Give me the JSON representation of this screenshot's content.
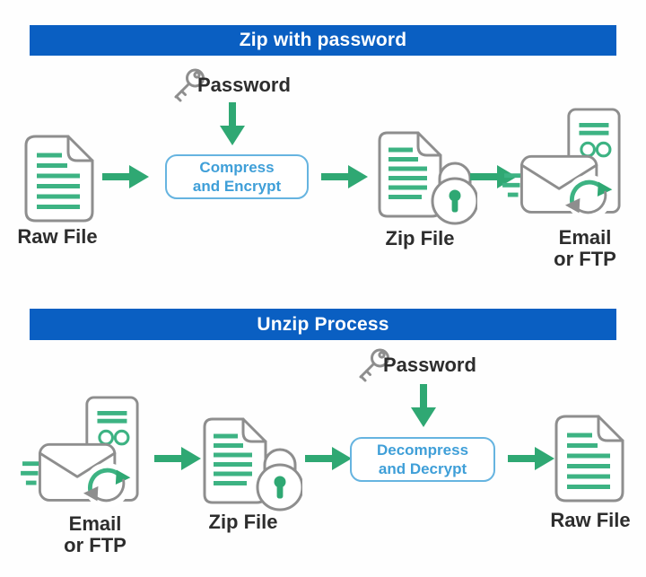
{
  "colors": {
    "banner_blue": "#0a5fc2",
    "arrow_green": "#2fa873",
    "detail_green": "#3db383",
    "icon_gray": "#8e8e8e",
    "box_border_blue": "#66b4e0",
    "box_text_blue": "#3f9fd8",
    "label_dark": "#2d2d2d"
  },
  "icons": {
    "key-icon": "gray outline key (round bow with hole, shaft with teeth)",
    "down-arrow-icon": "solid green arrow pointing down",
    "right-arrow-icon": "solid green arrow pointing right",
    "raw-file-icon": "document outline with folded corner and green text lines",
    "zip-file-icon": "document with folded corner plus padlock with green keyhole",
    "email-ftp-icon": "envelope with speed lines, server tower and sync arrows"
  },
  "top": {
    "banner": "Zip with password",
    "password_label": "Password",
    "box": {
      "line1": "Compress",
      "line2": "and Encrypt"
    },
    "raw_file_label": "Raw File",
    "zip_file_label": "Zip File",
    "email_label_line1": "Email",
    "email_label_line2": "or FTP"
  },
  "bottom": {
    "banner": "Unzip Process",
    "password_label": "Password",
    "box": {
      "line1": "Decompress",
      "line2": "and Decrypt"
    },
    "email_label_line1": "Email",
    "email_label_line2": "or FTP",
    "zip_file_label": "Zip File",
    "raw_file_label": "Raw File"
  }
}
